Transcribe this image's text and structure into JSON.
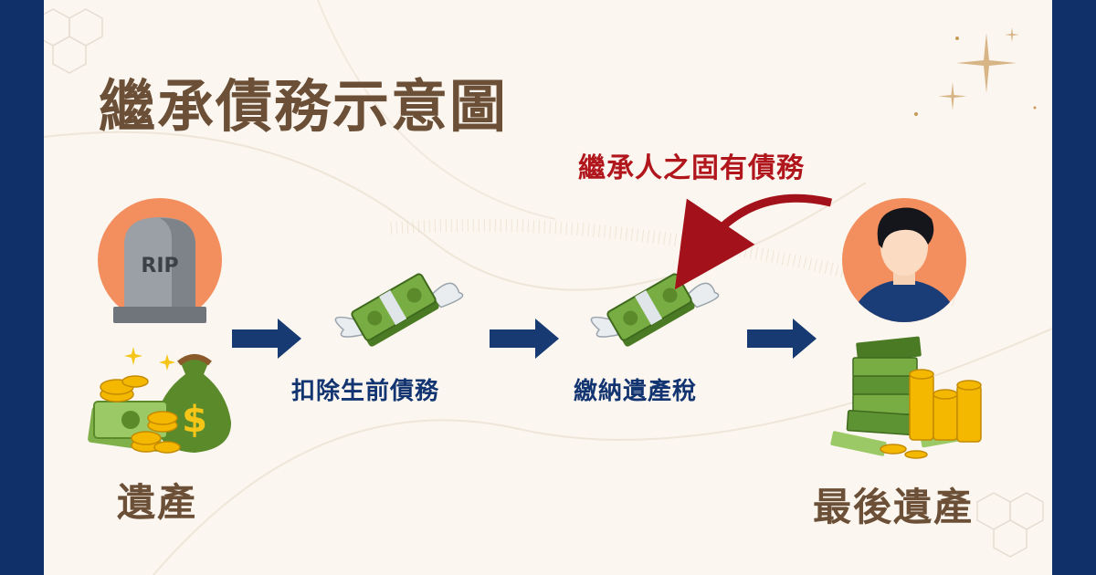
{
  "title": "繼承債務示意圖",
  "annotation": "繼承人之固有債務",
  "steps": {
    "estate": "遺產",
    "deduct": "扣除生前債務",
    "tax": "繳納遺產稅",
    "final": "最後遺產"
  },
  "tombstone_text": "RIP",
  "colors": {
    "frame": "#10306a",
    "background": "#fbf6ef",
    "title": "#6b4f36",
    "annotation": "#b0161c",
    "step_label": "#123470",
    "arrow": "#173a72"
  }
}
